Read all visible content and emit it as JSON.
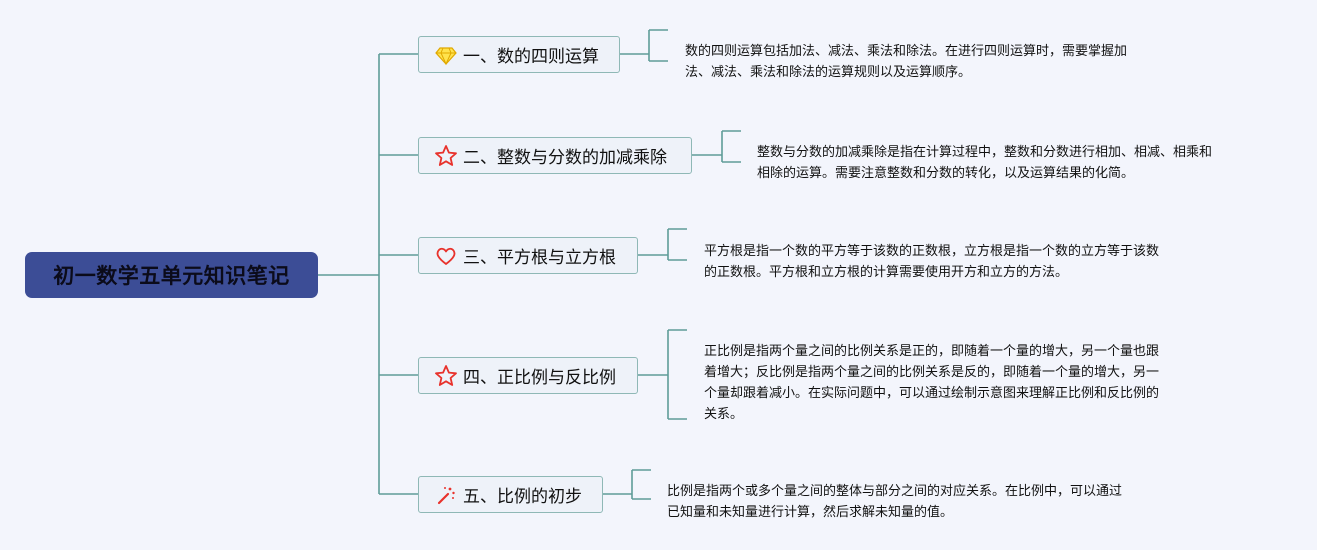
{
  "root": {
    "title": "初一数学五单元知识笔记"
  },
  "branches": [
    {
      "label": "一、数的四则运算",
      "icon": "diamond-icon",
      "desc": [
        "数的四则运算包括加法、减法、乘法和除法。在进行四则运算时，需要掌握加",
        "法、减法、乘法和除法的运算规则以及运算顺序。"
      ]
    },
    {
      "label": "二、整数与分数的加减乘除",
      "icon": "star-icon",
      "desc": [
        "整数与分数的加减乘除是指在计算过程中，整数和分数进行相加、相减、相乘和",
        "相除的运算。需要注意整数和分数的转化，以及运算结果的化简。"
      ]
    },
    {
      "label": "三、平方根与立方根",
      "icon": "heart-icon",
      "desc": [
        "平方根是指一个数的平方等于该数的正数根，立方根是指一个数的立方等于该数",
        "的正数根。平方根和立方根的计算需要使用开方和立方的方法。"
      ]
    },
    {
      "label": "四、正比例与反比例",
      "icon": "star-icon",
      "desc": [
        "正比例是指两个量之间的比例关系是正的，即随着一个量的增大，另一个量也跟",
        "着增大；反比例是指两个量之间的比例关系是反的，即随着一个量的增大，另一",
        "个量却跟着减小。在实际问题中，可以通过绘制示意图来理解正比例和反比例的",
        "关系。"
      ]
    },
    {
      "label": "五、比例的初步",
      "icon": "magic-wand-icon",
      "desc": [
        "比例是指两个或多个量之间的整体与部分之间的对应关系。在比例中，可以通过",
        "已知量和未知量进行计算，然后求解未知量的值。"
      ]
    }
  ],
  "colors": {
    "root_bg": "#3c4d96",
    "connector": "#5f9c98",
    "node_border": "#8fb8b6",
    "node_bg": "#eef2f9"
  }
}
